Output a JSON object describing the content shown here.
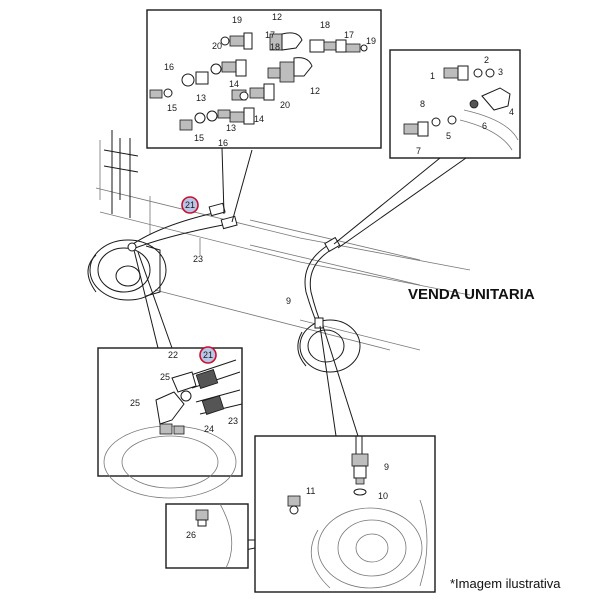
{
  "sale_label": "VENDA UNITARIA",
  "disclaimer": "*Imagem ilustrativa",
  "highlighted_part": "21",
  "callouts": {
    "top_box": [
      "19",
      "12",
      "18",
      "17",
      "19",
      "20",
      "17",
      "18",
      "16",
      "14",
      "13",
      "15",
      "20",
      "12",
      "13",
      "14",
      "15",
      "16"
    ],
    "right_box": [
      "1",
      "2",
      "3",
      "4",
      "8",
      "6",
      "5",
      "7"
    ],
    "main": [
      "21",
      "23",
      "9"
    ],
    "lower_left_box": [
      "22",
      "21",
      "25",
      "25",
      "24",
      "23"
    ],
    "lower_right_box": [
      "9",
      "11",
      "10"
    ],
    "small_box": [
      "26"
    ]
  }
}
